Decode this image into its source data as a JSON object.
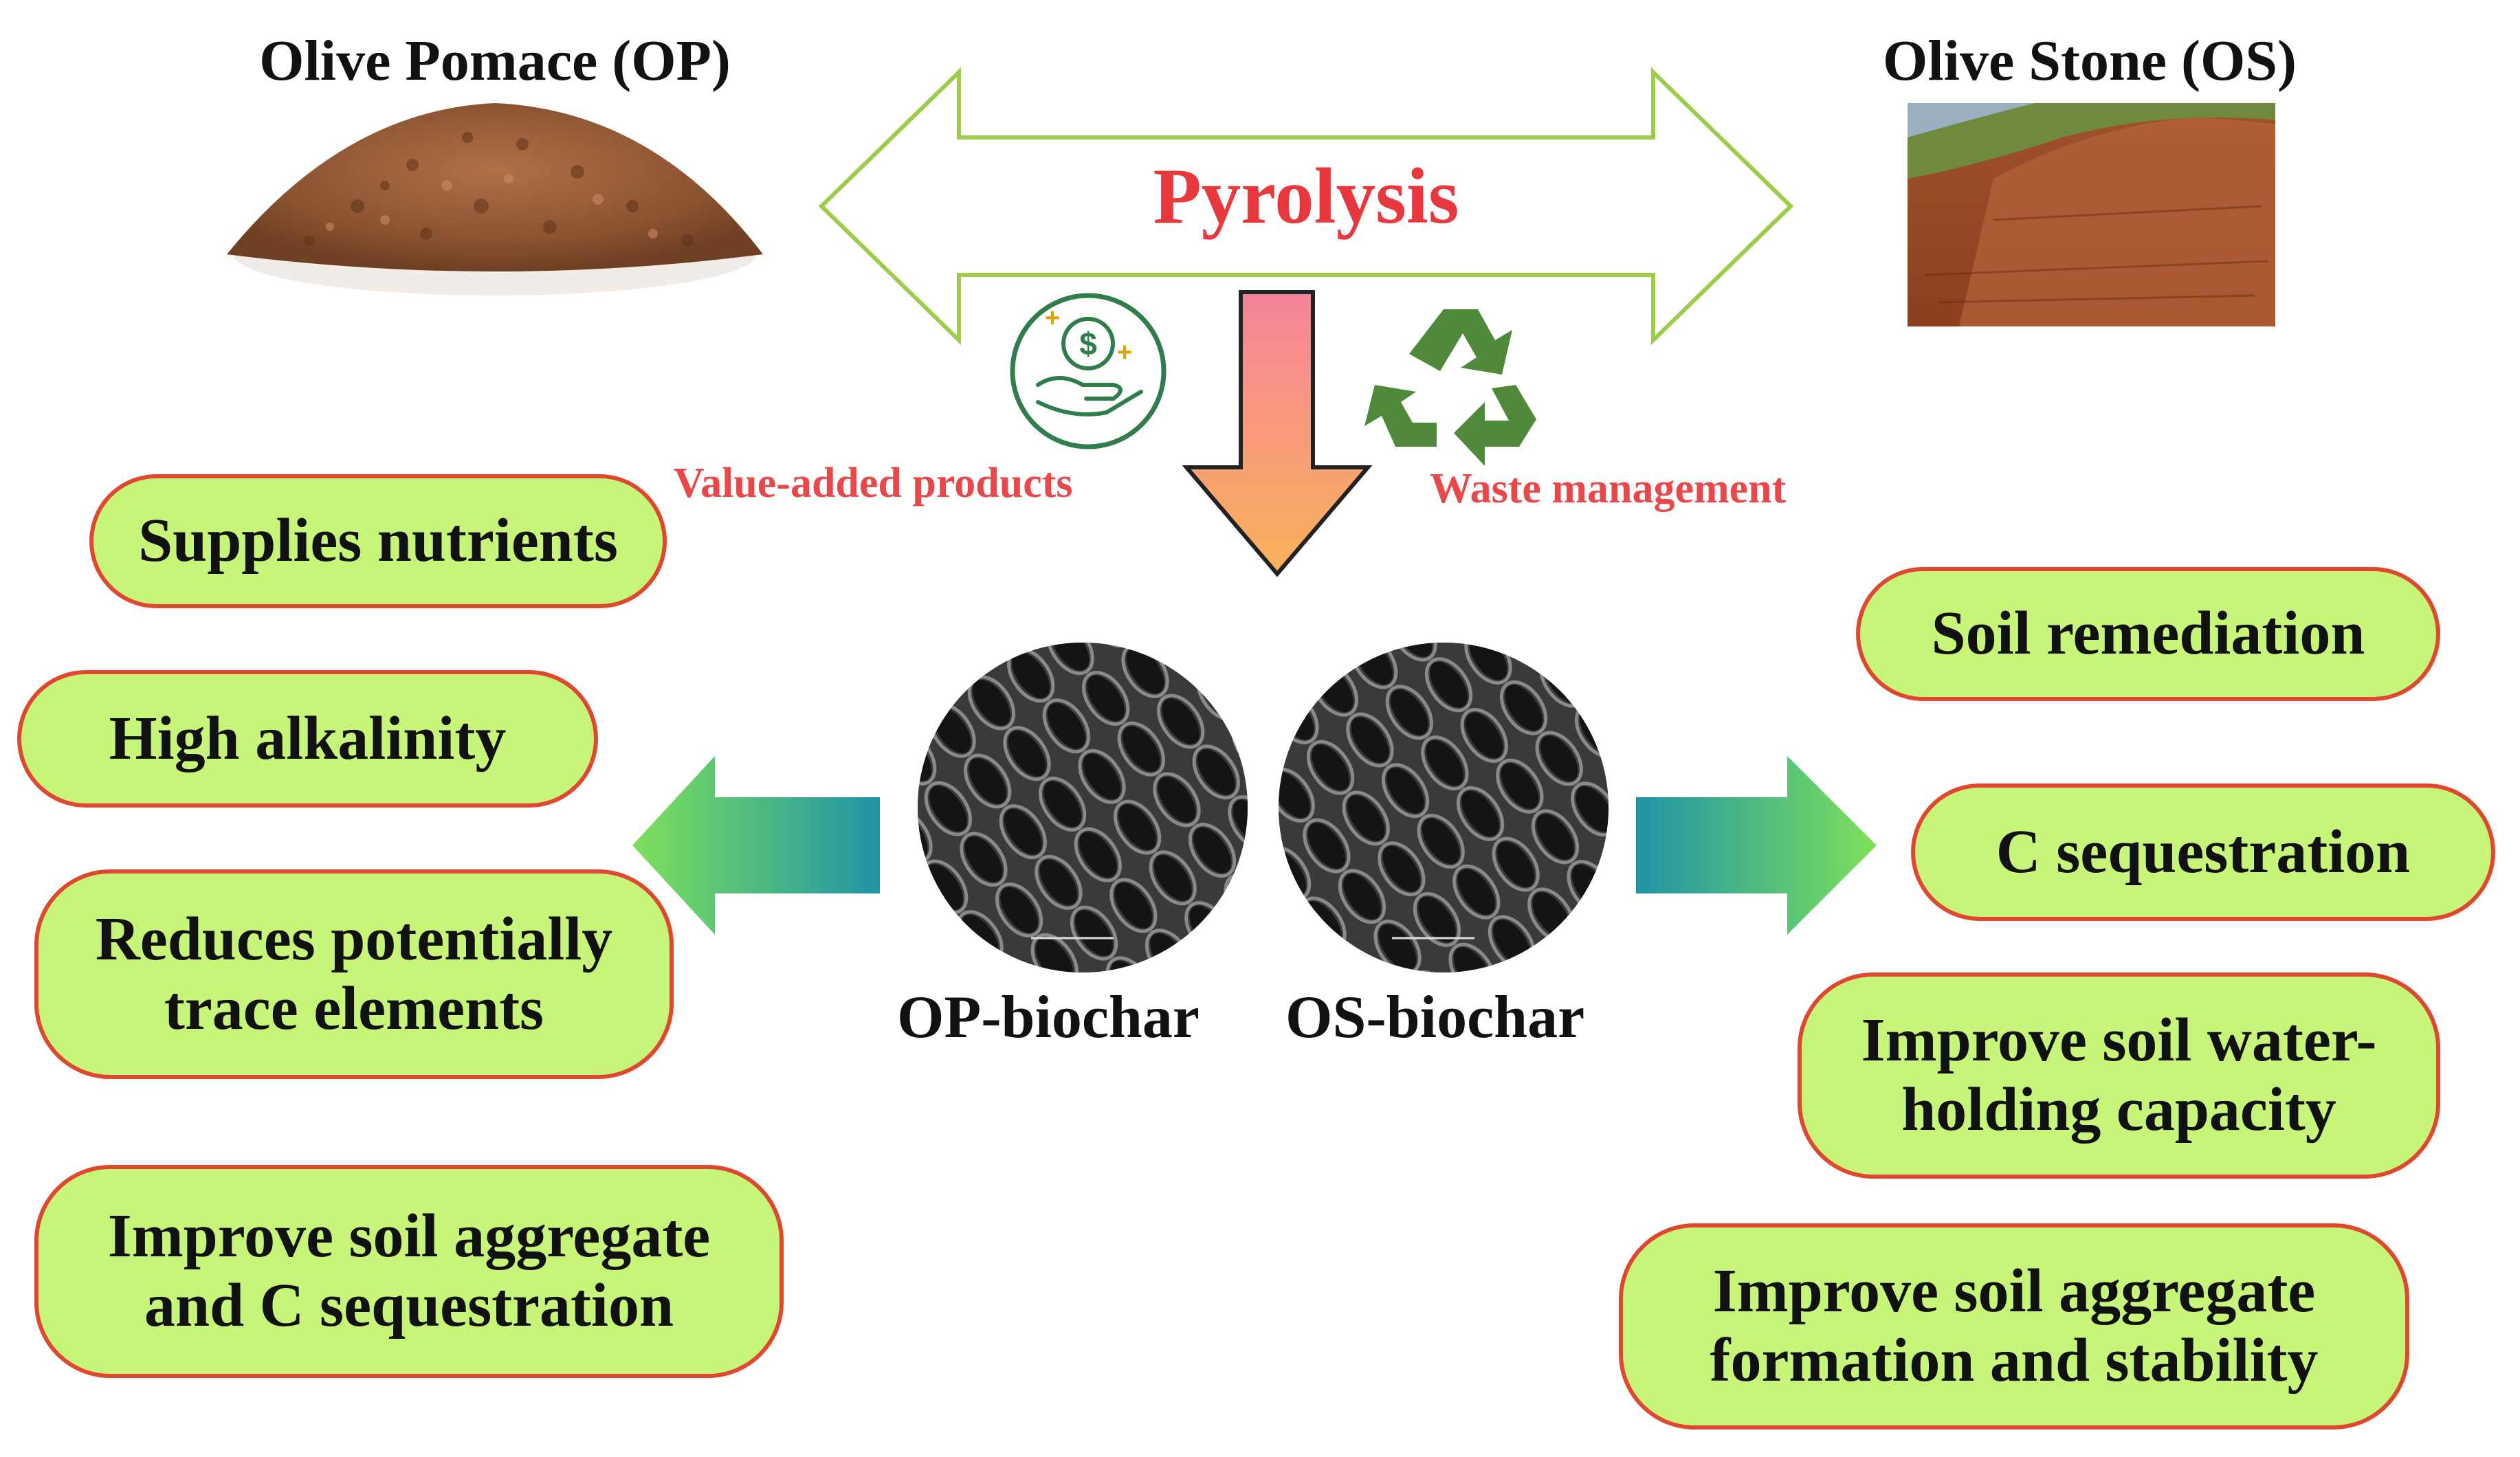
{
  "sources": {
    "left_title": "Olive Pomace (OP)",
    "right_title": "Olive Stone (OS)"
  },
  "process": {
    "label": "Pyrolysis",
    "left_benefit": "Value-added products",
    "right_benefit": "Waste management"
  },
  "biochars": {
    "left_label": "OP-biochar",
    "right_label": "OS-biochar"
  },
  "left_properties": [
    {
      "line1": "Supplies nutrients",
      "line2": ""
    },
    {
      "line1": "High alkalinity",
      "line2": ""
    },
    {
      "line1": "Reduces potentially",
      "line2": "trace elements"
    },
    {
      "line1": "Improve soil aggregate",
      "line2": "and C sequestration"
    }
  ],
  "right_properties": [
    {
      "line1": "Soil remediation",
      "line2": ""
    },
    {
      "line1": "C sequestration",
      "line2": ""
    },
    {
      "line1": "Improve soil water-",
      "line2": "holding capacity"
    },
    {
      "line1": "Improve soil aggregate",
      "line2": "formation and stability"
    }
  ],
  "colors": {
    "pill_fill": "#c6f57a",
    "pill_border": "#e0472f",
    "pyrolysis_text": "#e8383d",
    "double_arrow_outline": "#9ccc4a",
    "side_arrow_start": "#1f94a6",
    "side_arrow_end": "#7ee05a",
    "down_arrow_top": "#f6839a",
    "down_arrow_bottom": "#f9b25a",
    "recycle_green": "#4f8a3a"
  }
}
